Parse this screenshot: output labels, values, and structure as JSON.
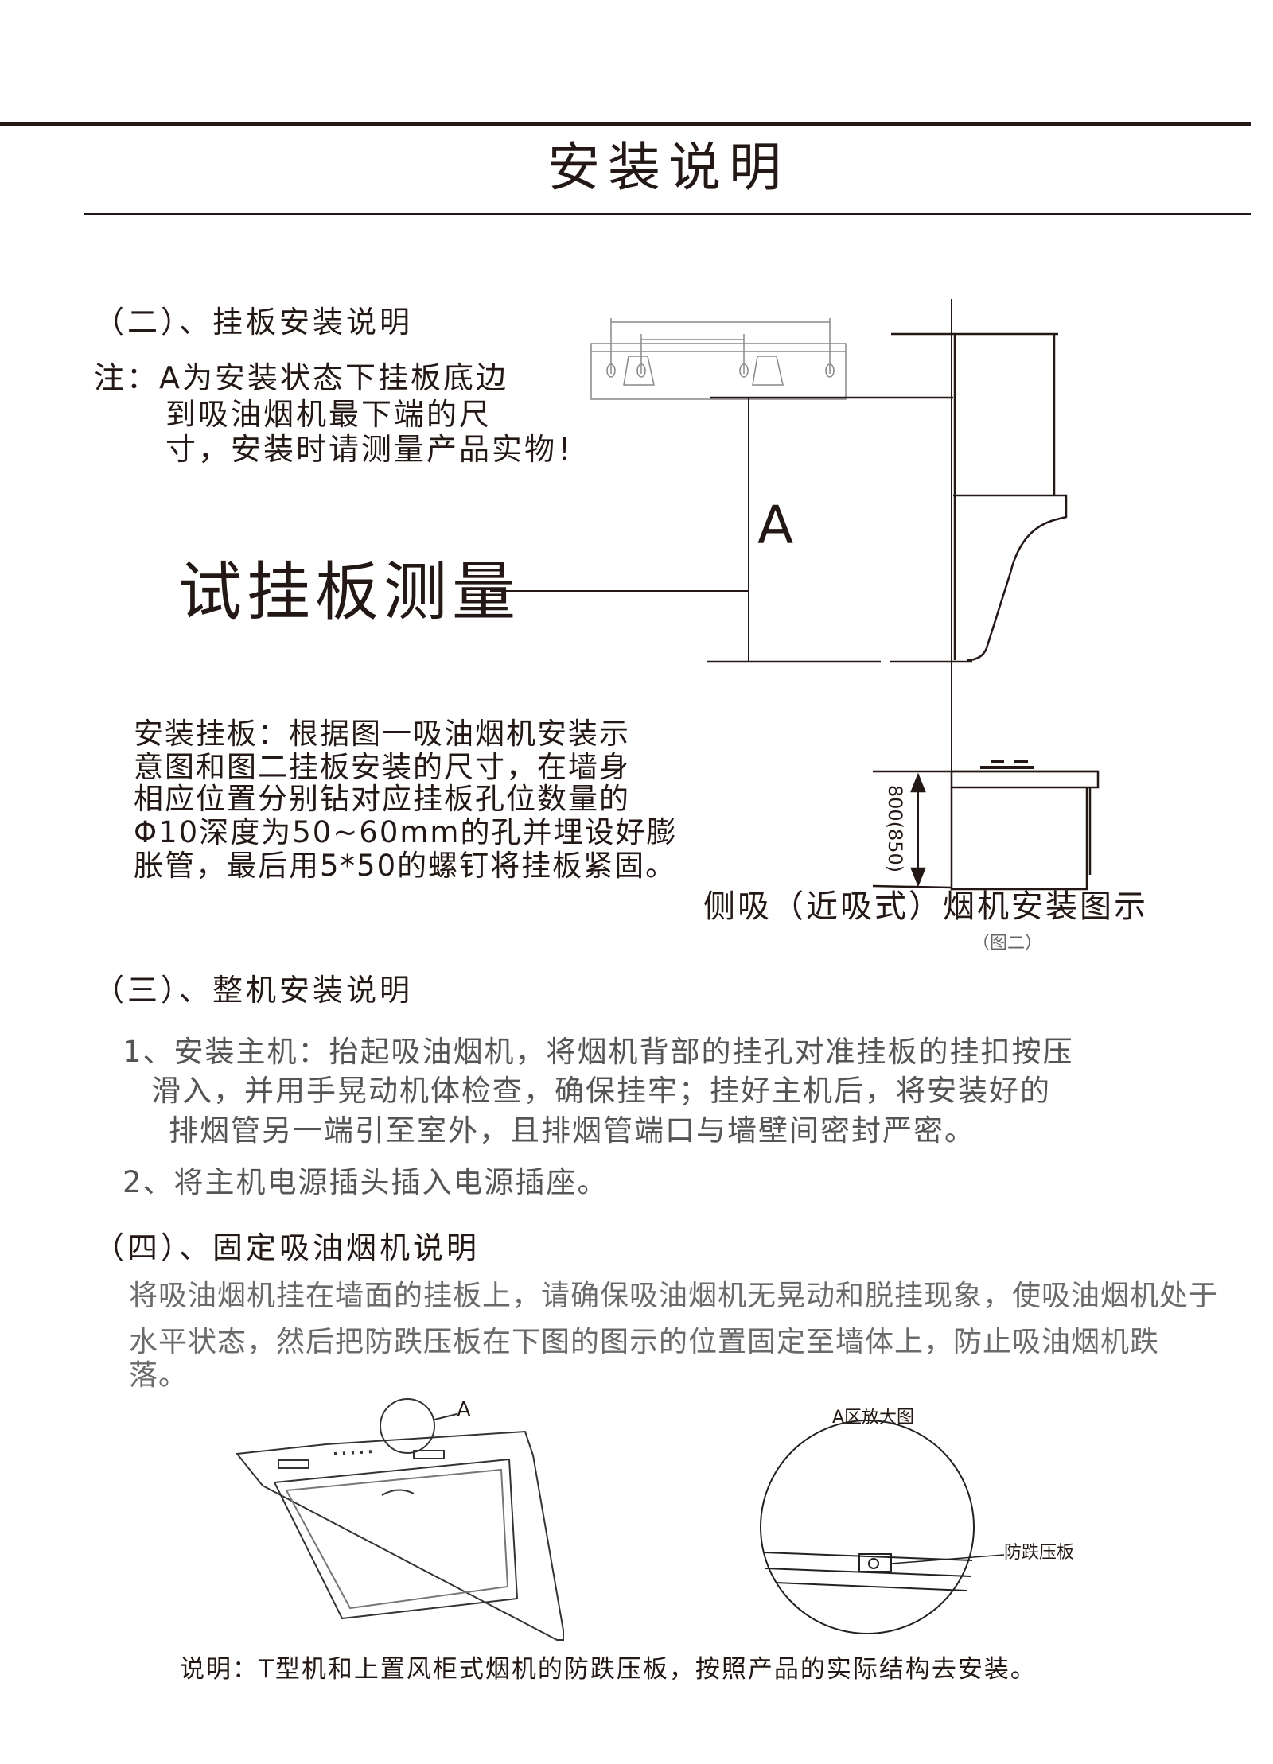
{
  "title": "安装说明",
  "section2": {
    "heading": "（二）、挂板安装说明",
    "note_lines": [
      "注：A为安装状态下挂板底边",
      "到吸油烟机最下端的尺",
      "寸，安装时请测量产品实物！"
    ],
    "dimension_label": "A",
    "callout": "试挂板测量",
    "instructions": [
      "安装挂板：根据图一吸油烟机安装示",
      "意图和图二挂板安装的尺寸，在墙身",
      "相应位置分别钻对应挂板孔位数量的",
      "Φ10深度为50~60mm的孔并埋设好膨",
      "胀管，最后用5*50的螺钉将挂板紧固。"
    ],
    "height_label": "800(850)",
    "figure_caption": "侧吸（近吸式）烟机安装图示",
    "figure_number": "（图二）"
  },
  "section3": {
    "heading": "（三）、整机安装说明",
    "item1_lines": [
      "1、安装主机：抬起吸油烟机，将烟机背部的挂孔对准挂板的挂扣按压",
      "滑入，并用手晃动机体检查，确保挂牢；挂好主机后，将安装好的",
      "排烟管另一端引至室外，且排烟管端口与墙壁间密封严密。"
    ],
    "item2": "2、将主机电源插头插入电源插座。"
  },
  "section4": {
    "heading": "（四）、固定吸油烟机说明",
    "lines": [
      "将吸油烟机挂在墙面的挂板上，请确保吸油烟机无晃动和脱挂现象，使吸油烟机处于",
      "水平状态，然后把防跌压板在下图的图示的位置固定至墙体上，防止吸油烟机跌",
      "落。"
    ],
    "zone_label": "A",
    "zoom_title": "A区放大图",
    "part_label": "防跌压板",
    "footnote": "说明：T型机和上置风柜式烟机的防跌压板，按照产品的实际结构去安装。"
  }
}
